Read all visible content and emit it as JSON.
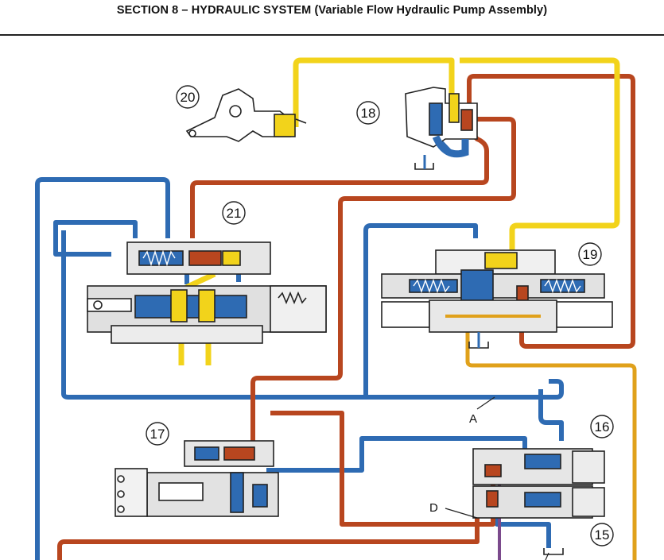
{
  "header": {
    "title": "SECTION 8 – HYDRAULIC SYSTEM (Variable Flow Hydraulic Pump Assembly)"
  },
  "diagram": {
    "component_labels": [
      "20",
      "18",
      "21",
      "19",
      "17",
      "16",
      "15"
    ],
    "line_labels": [
      "A",
      "D"
    ],
    "colors": {
      "supply_yellow": "#f2d31b",
      "pressure_red": "#b8461f",
      "return_blue": "#2e6bb3",
      "signal_orange": "#e0a11b",
      "purple": "#7b4a8c",
      "body_gray": "#d8d8d8",
      "outline": "#222222"
    }
  }
}
